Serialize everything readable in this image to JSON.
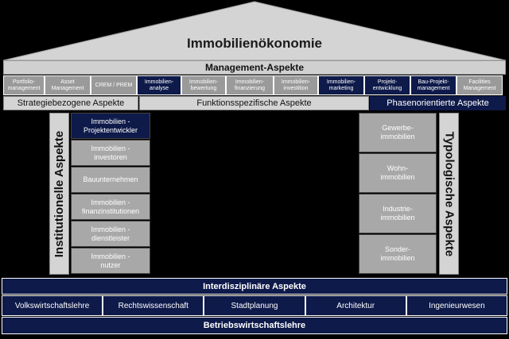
{
  "title": "Immobilienökonomie",
  "management": "Management-Aspekte",
  "cells": [
    {
      "label": "Portfolio-\nmanagement",
      "tone": "grey"
    },
    {
      "label": "Asset\nManagement",
      "tone": "grey"
    },
    {
      "label": "CREM / PREM",
      "tone": "grey"
    },
    {
      "label": "Immobilien-\nanalyse",
      "tone": "navy"
    },
    {
      "label": "Immobilien-\nbewertung",
      "tone": "grey"
    },
    {
      "label": "Immobilien-\nfinanzierung",
      "tone": "grey"
    },
    {
      "label": "Immobilien-\ninvestition",
      "tone": "grey"
    },
    {
      "label": "Immobilien-\nmarketing",
      "tone": "navy"
    },
    {
      "label": "Projekt-\nentwicklung",
      "tone": "navy"
    },
    {
      "label": "Bau-Projekt-\nmanagement",
      "tone": "navy"
    },
    {
      "label": "Facilities\nManagement",
      "tone": "grey"
    }
  ],
  "groups": {
    "strategic": "Strategiebezogene Aspekte",
    "functional": "Funktionsspezifische Aspekte",
    "phase": "Phasenorientierte Aspekte"
  },
  "institutional_label": "Institutionelle Aspekte",
  "typological_label": "Typologische Aspekte",
  "institutional": [
    {
      "label": "Immobilien -\nProjektentwickler",
      "tone": "navy"
    },
    {
      "label": "Immobilien -\ninvestoren",
      "tone": "grey"
    },
    {
      "label": "Bauunternehmen",
      "tone": "grey"
    },
    {
      "label": "Immobilien -\nfinanzinstitutionen",
      "tone": "grey"
    },
    {
      "label": "Immobilien -\ndienstleister",
      "tone": "grey"
    },
    {
      "label": "Immobilien -\nnutzer",
      "tone": "grey"
    }
  ],
  "typological": [
    {
      "label": "Gewerbe-\nimmobilien"
    },
    {
      "label": "Wohn-\nimmobilien"
    },
    {
      "label": "Industrie-\nimmobilien"
    },
    {
      "label": "Sonder-\nimmobilien"
    }
  ],
  "interdisciplinary": "Interdisziplinäre Aspekte",
  "disciplines": [
    "Volkswirtschaftslehre",
    "Rechtswissenschaft",
    "Stadtplanung",
    "Architektur",
    "Ingenieurwesen"
  ],
  "foundation": "Betriebswirtschaftslehre",
  "colors": {
    "navy": "#0e1a4a",
    "grey": "#9a9a9a",
    "light": "#d4d4d4"
  }
}
